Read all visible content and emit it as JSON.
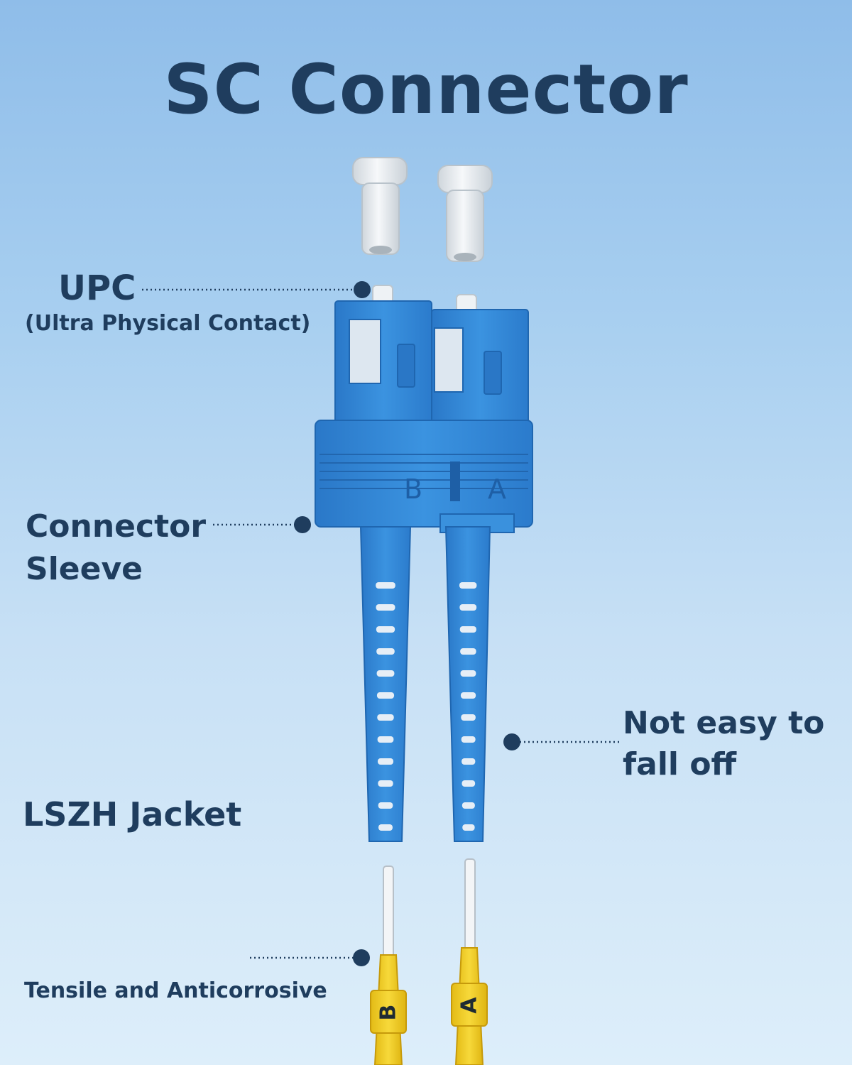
{
  "title": "SC Connector",
  "callouts": {
    "upc": {
      "label": "UPC",
      "sublabel": "(Ultra Physical Contact)"
    },
    "sleeve": {
      "line1": "Connector",
      "line2": "Sleeve"
    },
    "boot": {
      "line1": "Not easy to",
      "line2": "fall off"
    },
    "jacket": {
      "label": "LSZH Jacket",
      "sublabel": "Tensile and Anticorrosive"
    }
  },
  "markings": {
    "left": "B",
    "right": "A"
  },
  "colors": {
    "title_text": "#1f3d5e",
    "connector_blue": "#2f86d8",
    "jacket_yellow": "#f2cf2a",
    "dust_cap": "#e9eef2"
  }
}
